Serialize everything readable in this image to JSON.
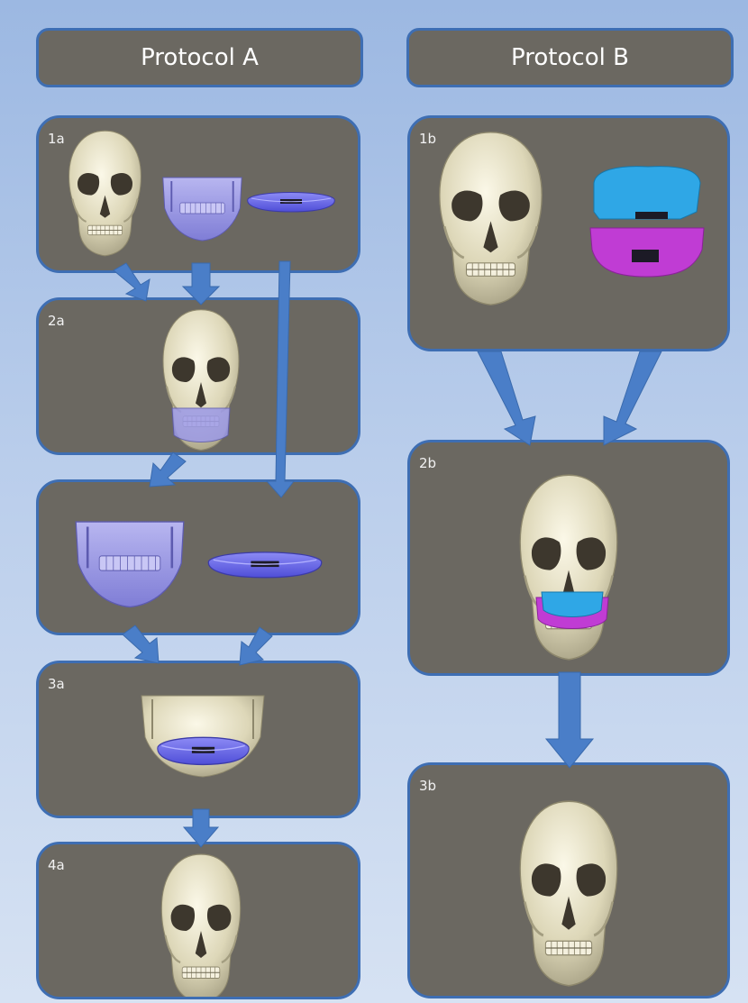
{
  "protocol_a": {
    "title": "Protocol A"
  },
  "protocol_b": {
    "title": "Protocol B"
  },
  "panels": {
    "p1a": "1a",
    "p2a": "2a",
    "p3a": "3a",
    "p4a": "4a",
    "p1b": "1b",
    "p2b": "2b",
    "p3b": "3b"
  },
  "colors": {
    "panel_fill": "#6b6861",
    "panel_border": "#3e6eb3",
    "arrow": "#4a7ec8",
    "bone": "#e4dfc4",
    "jaw_model": "#9c9ae8",
    "splint": "#6f6ef0",
    "cyan_guide": "#2fa7e6",
    "magenta_guide": "#c03cd4"
  }
}
